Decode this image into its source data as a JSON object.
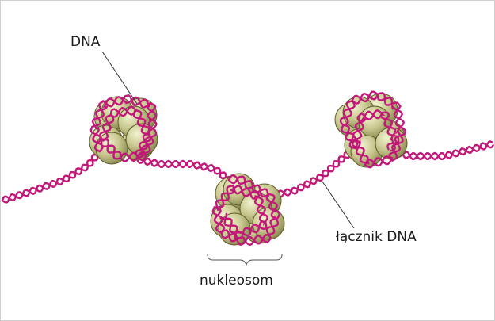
{
  "labels": {
    "dna": "DNA",
    "linker": "łącznik DNA",
    "nucleosome": "nukleosom"
  },
  "colors": {
    "background": "#ffffff",
    "strand": "#c2187a",
    "histone_fill": "#c8c890",
    "histone_stroke": "#5e5e2c",
    "histone_highlight": "#f0f0cc",
    "leader": "#333333"
  }
}
